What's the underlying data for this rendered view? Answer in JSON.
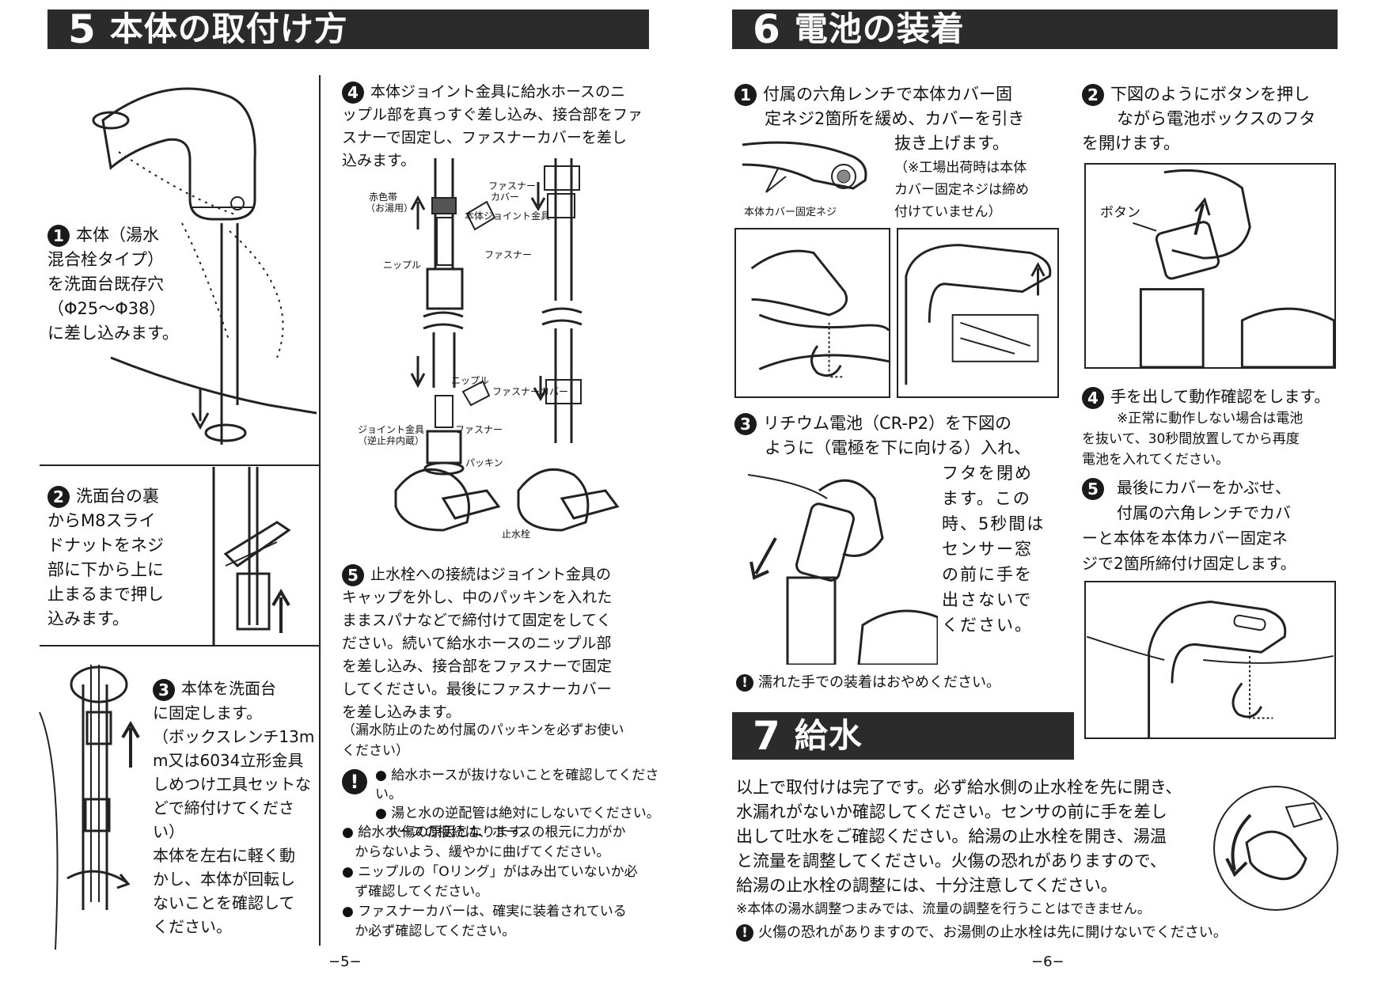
{
  "sec5": {
    "num": "5",
    "title": "本体の取付け方"
  },
  "sec6": {
    "num": "6",
    "title": "電池の装着"
  },
  "sec7": {
    "num": "7",
    "title": "給水"
  },
  "s5": {
    "step1": {
      "n": "1",
      "lines": [
        "本体（湯水",
        "混合栓タイプ）",
        "を洗面台既存穴",
        "（Φ25〜Φ38）",
        "に差し込みます。"
      ]
    },
    "step2": {
      "n": "2",
      "lines": [
        "洗面台の裏",
        "からM8スライ",
        "ドナットをネジ",
        "部に下から上に",
        "止まるまで押し",
        "込みます。"
      ]
    },
    "step3": {
      "n": "3",
      "lines": [
        "本体を洗面台",
        "に固定します。",
        "（ボックスレンチ13m",
        "m又は6034立形金具",
        "しめつけ工具セットな",
        "どで締付けてください）",
        "本体を左右に軽く動",
        "かし、本体が回転し",
        "ないことを確認して",
        "ください。"
      ]
    },
    "step4": {
      "n": "4",
      "lines": [
        "本体ジョイント金具に給水ホースのニ",
        "ップル部を真っすぐ差し込み、接合部をファ",
        "スナーで固定し、ファスナーカバーを差し",
        "込みます。"
      ]
    },
    "labels": {
      "red_band": "赤色帯",
      "hot_use": "（お湯用）",
      "fastener_cover": "ファスナー",
      "fastener_cover2": "カバー",
      "body_joint": "本体ジョイント金具",
      "fastener": "ファスナー",
      "nipple": "ニップル",
      "nipple2": "ニップル",
      "fastener_cover3": "ファスナーカバー",
      "joint": "ジョイント金具",
      "check_valve": "（逆止弁内蔵）",
      "fastener2": "ファスナー",
      "packing": "パッキン",
      "stop_valve": "止水栓"
    },
    "step5": {
      "n": "5",
      "lines": [
        "止水栓への接続はジョイント金具の",
        "キャップを外し、中のパッキンを入れた",
        "ままスパナなどで締付けて固定をしてく",
        "ださい。続いて給水ホースのニップル部",
        "を差し込み、接合部をファスナーで固定",
        "してください。最後にファスナーカバー",
        "を差し込みます。"
      ],
      "note": [
        "（漏水防止のため付属のパッキンを必ずお使い",
        "ください）"
      ]
    },
    "warnings": [
      "給水ホースが抜けないことを確認してください。",
      "湯と水の逆配管は絶対にしないでください。",
      "火傷の原因となります。"
    ],
    "bullets": [
      [
        "給水ホースの接続は、ホースの根元に力がか",
        "からないよう、緩やかに曲げてください。"
      ],
      [
        "ニップルの「Oリング」がはみ出ていないか必",
        "ず確認してください。"
      ],
      [
        "ファスナーカバーは、確実に装着されている",
        "か必ず確認してください。"
      ]
    ],
    "page": "−5−"
  },
  "s6": {
    "step1": {
      "n": "1",
      "lines": [
        "付属の六角レンチで本体カバー固",
        "定ネジ2箇所を緩め、カバーを引き",
        "抜き上げます。"
      ],
      "note": [
        "（※工場出荷時は本体",
        "カバー固定ネジは締め",
        "付けていません）"
      ],
      "label": "本体カバー固定ネジ"
    },
    "step2": {
      "n": "2",
      "lines": [
        "下図のようにボタンを押し",
        "ながら電池ボックスのフタ",
        "を開けます。"
      ],
      "label": "ボタン"
    },
    "step3": {
      "n": "3",
      "lines": [
        "リチウム電池（CR-P2）を下図の",
        "ように（電極を下に向ける）入れ、",
        "フタを閉め",
        "ます。この",
        "時、5秒間は",
        "センサー窓",
        "の前に手を",
        "出さないで",
        "ください。"
      ]
    },
    "warn3": "濡れた手での装着はおやめください。",
    "step4": {
      "n": "4",
      "lines": [
        "手を出して動作確認をします。"
      ],
      "note": [
        "※正常に動作しない場合は電池",
        "を抜いて、30秒間放置してから再度",
        "電池を入れてください。"
      ]
    },
    "step5": {
      "n": "5",
      "lines": [
        "最後にカバーをかぶせ、",
        "付属の六角レンチでカバ",
        "ーと本体を本体カバー固定ネ",
        "ジで2箇所締付け固定します。"
      ]
    },
    "page": "−6−"
  },
  "s7": {
    "lines": [
      "以上で取付けは完了です。必ず給水側の止水栓を先に開き、",
      "水漏れがないか確認してください。センサの前に手を差し",
      "出して吐水をご確認ください。給湯の止水栓を開き、湯温",
      "と流量を調整してください。火傷の恐れがありますので、",
      "給湯の止水栓の調整には、十分注意してください。"
    ],
    "note": "※本体の湯水調整つまみでは、流量の調整を行うことはできません。",
    "warn": "火傷の恐れがありますので、お湯側の止水栓は先に開けないでください。"
  }
}
